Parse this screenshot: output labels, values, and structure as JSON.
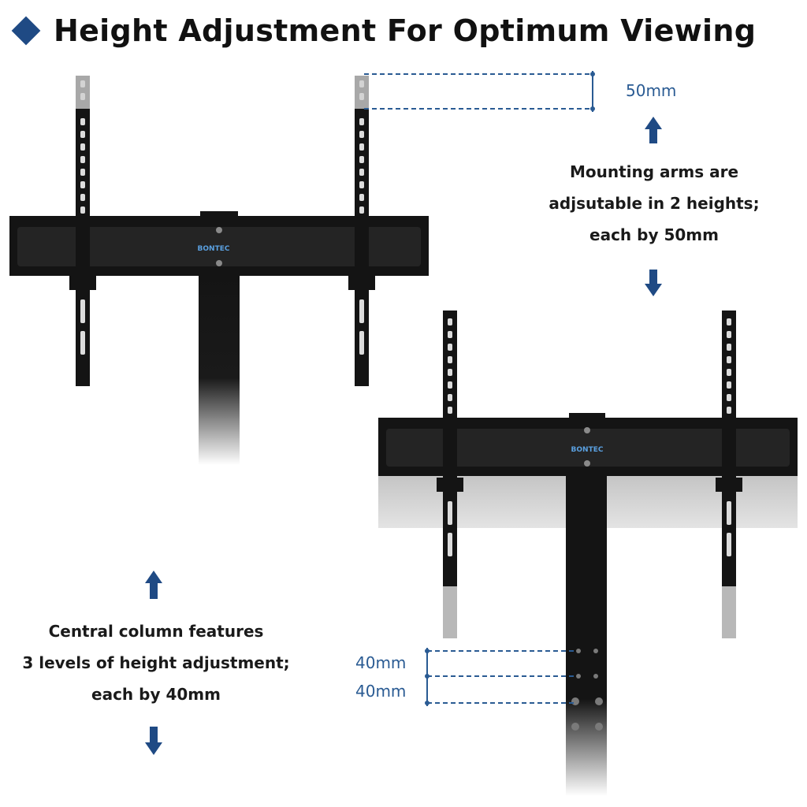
{
  "header": {
    "title": "Height Adjustment For Optimum Viewing",
    "bullet_icon": "diamond-icon",
    "accent_color": "#1f4a84"
  },
  "brand": {
    "logo_text": "BONTEC"
  },
  "arms_note": {
    "lines": [
      "Mounting arms are",
      "adjsutable in 2 heights;",
      "each by 50mm"
    ]
  },
  "column_note": {
    "lines": [
      "Central column features",
      "3 levels of height adjustment;",
      "each by 40mm"
    ]
  },
  "dimensions": {
    "arm_step": "50mm",
    "column_step_1": "40mm",
    "column_step_2": "40mm"
  },
  "colors": {
    "dimension_blue": "#2a5b93",
    "arrow_blue": "#1f4a84",
    "hardware_black": "#141414"
  }
}
